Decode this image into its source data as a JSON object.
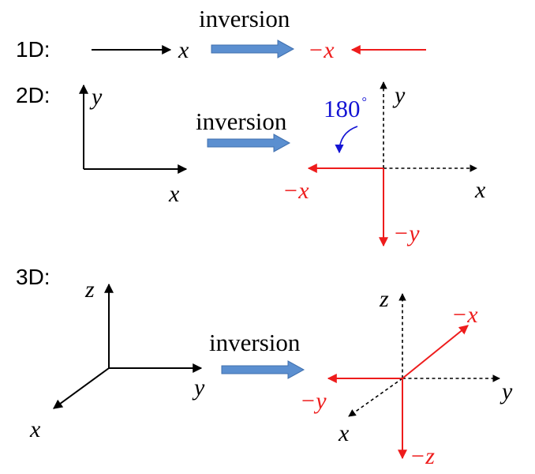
{
  "rows": {
    "row1d": {
      "label": "1D:"
    },
    "row2d": {
      "label": "2D:"
    },
    "row3d": {
      "label": "3D:"
    }
  },
  "operation": {
    "label": "inversion"
  },
  "rotation": {
    "label": "180",
    "degree_mark": "°"
  },
  "axes": {
    "x": "x",
    "y": "y",
    "z": "z",
    "neg_x": "−x",
    "neg_y": "−y",
    "neg_z": "−z"
  },
  "colors": {
    "original_axes": "#000000",
    "inverted_axes": "#ee1c1c",
    "rotation_note": "#1414d4",
    "operation_arrow": "#5b8fd0"
  }
}
